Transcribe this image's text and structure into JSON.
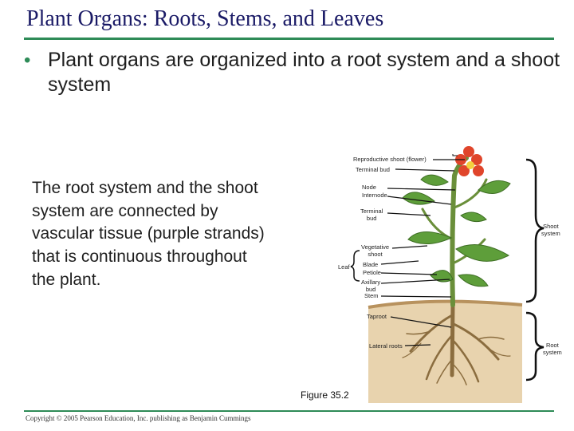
{
  "title": "Plant Organs: Roots, Stems, and Leaves",
  "bullet": "Plant organs are organized into a root system and a shoot system",
  "body_text": "The root system and the shoot system are connected by vascular tissue (purple strands) that is continuous throughout the plant.",
  "figure": {
    "caption": "Figure 35.2",
    "labels": {
      "reproductive_shoot": "Reproductive shoot (flower)",
      "terminal_bud_top": "Terminal bud",
      "node": "Node",
      "internode": "Internode",
      "terminal_bud_2a": "Terminal",
      "terminal_bud_2b": "bud",
      "vegetative_shoot_a": "Vegetative",
      "vegetative_shoot_b": "shoot",
      "leaf": "Leaf",
      "blade": "Blade",
      "petiole": "Petiole",
      "axillary_a": "Axillary",
      "axillary_b": "bud",
      "stem": "Stem",
      "shoot_system_a": "Shoot",
      "shoot_system_b": "system",
      "taproot": "Taproot",
      "lateral_roots": "Lateral roots",
      "root_system_a": "Root",
      "root_system_b": "system"
    }
  },
  "copyright": "Copyright © 2005 Pearson Education, Inc. publishing as Benjamin Cummings",
  "colors": {
    "title": "#1a1a66",
    "rule": "#2e8b57",
    "leaf": "#5e9e3a",
    "flower": "#e0452b",
    "soil": "#d2b48c",
    "root": "#8b6d3f"
  }
}
